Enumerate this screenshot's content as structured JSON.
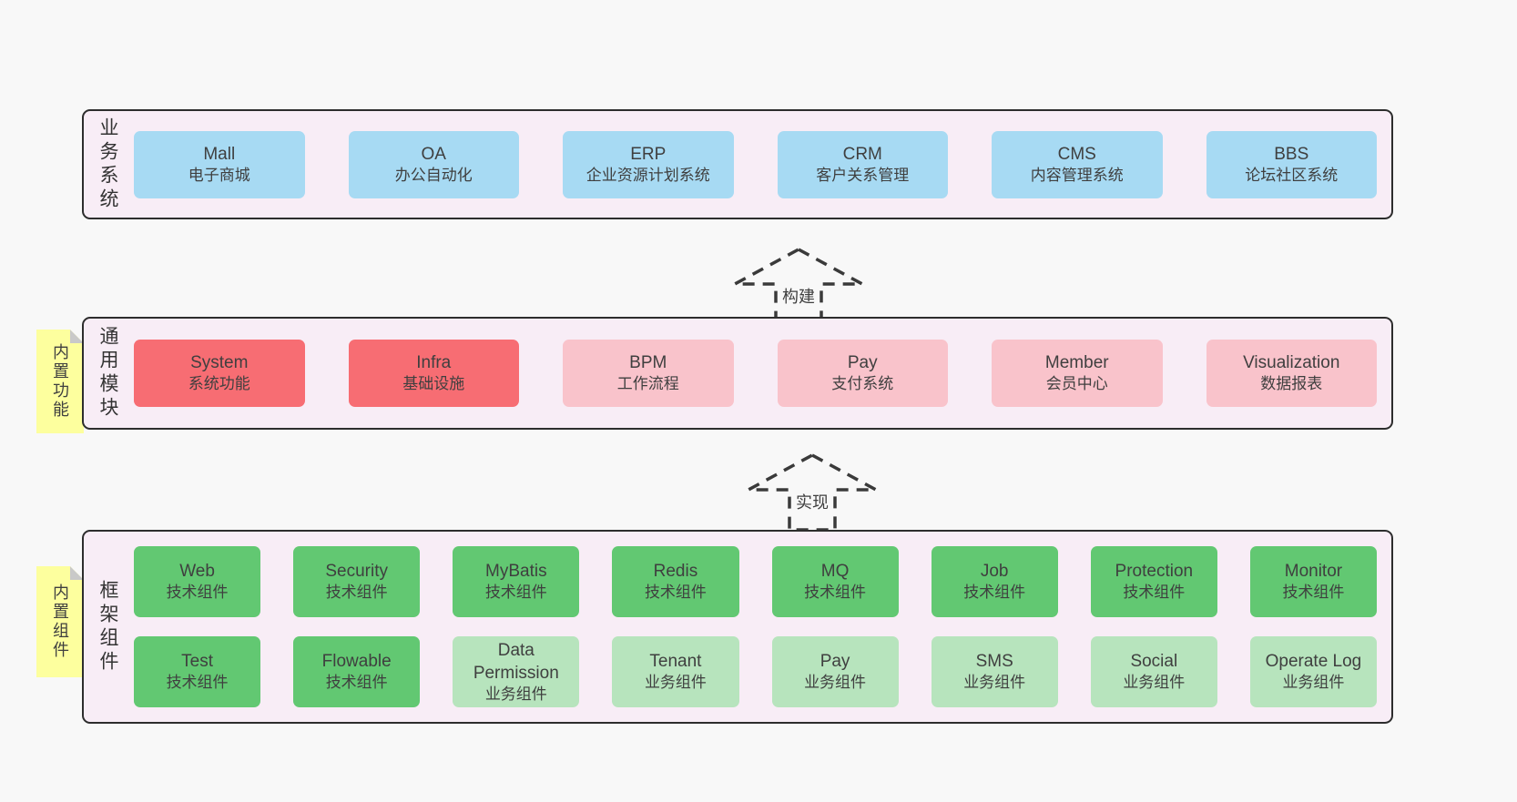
{
  "colors": {
    "page_bg": "#f8f8f8",
    "band_bg": "#f8edf6",
    "band_border": "#2d2d2d",
    "blue": "#a7daf3",
    "red": "#f76d73",
    "pink": "#f9c3cb",
    "green": "#62c872",
    "light_green": "#b7e4bd",
    "sticky_yellow": "#fdff9e",
    "sticky_fold": "#c9c9c9",
    "text": "#3f3f3f",
    "arrow": "#3a3a3a"
  },
  "notes": [
    {
      "label": "内置功能"
    },
    {
      "label": "内置组件"
    }
  ],
  "arrows": [
    {
      "label": "构建"
    },
    {
      "label": "实现"
    }
  ],
  "bands": [
    {
      "label": "业务系统",
      "boxes": [
        {
          "name": "Mall",
          "sub": "电子商城"
        },
        {
          "name": "OA",
          "sub": "办公自动化"
        },
        {
          "name": "ERP",
          "sub": "企业资源计划系统"
        },
        {
          "name": "CRM",
          "sub": "客户关系管理"
        },
        {
          "name": "CMS",
          "sub": "内容管理系统"
        },
        {
          "name": "BBS",
          "sub": "论坛社区系统"
        }
      ]
    },
    {
      "label": "通用模块",
      "boxes": [
        {
          "name": "System",
          "sub": "系统功能"
        },
        {
          "name": "Infra",
          "sub": "基础设施"
        },
        {
          "name": "BPM",
          "sub": "工作流程"
        },
        {
          "name": "Pay",
          "sub": "支付系统"
        },
        {
          "name": "Member",
          "sub": "会员中心"
        },
        {
          "name": "Visualization",
          "sub": "数据报表"
        }
      ]
    },
    {
      "label": "框架组件",
      "boxes": [
        {
          "name": "Web",
          "sub": "技术组件"
        },
        {
          "name": "Security",
          "sub": "技术组件"
        },
        {
          "name": "MyBatis",
          "sub": "技术组件"
        },
        {
          "name": "Redis",
          "sub": "技术组件"
        },
        {
          "name": "MQ",
          "sub": "技术组件"
        },
        {
          "name": "Job",
          "sub": "技术组件"
        },
        {
          "name": "Protection",
          "sub": "技术组件"
        },
        {
          "name": "Monitor",
          "sub": "技术组件"
        },
        {
          "name": "Test",
          "sub": "技术组件"
        },
        {
          "name": "Flowable",
          "sub": "技术组件"
        },
        {
          "name": "Data Permission",
          "sub": "业务组件"
        },
        {
          "name": "Tenant",
          "sub": "业务组件"
        },
        {
          "name": "Pay",
          "sub": "业务组件"
        },
        {
          "name": "SMS",
          "sub": "业务组件"
        },
        {
          "name": "Social",
          "sub": "业务组件"
        },
        {
          "name": "Operate Log",
          "sub": "业务组件"
        }
      ]
    }
  ]
}
